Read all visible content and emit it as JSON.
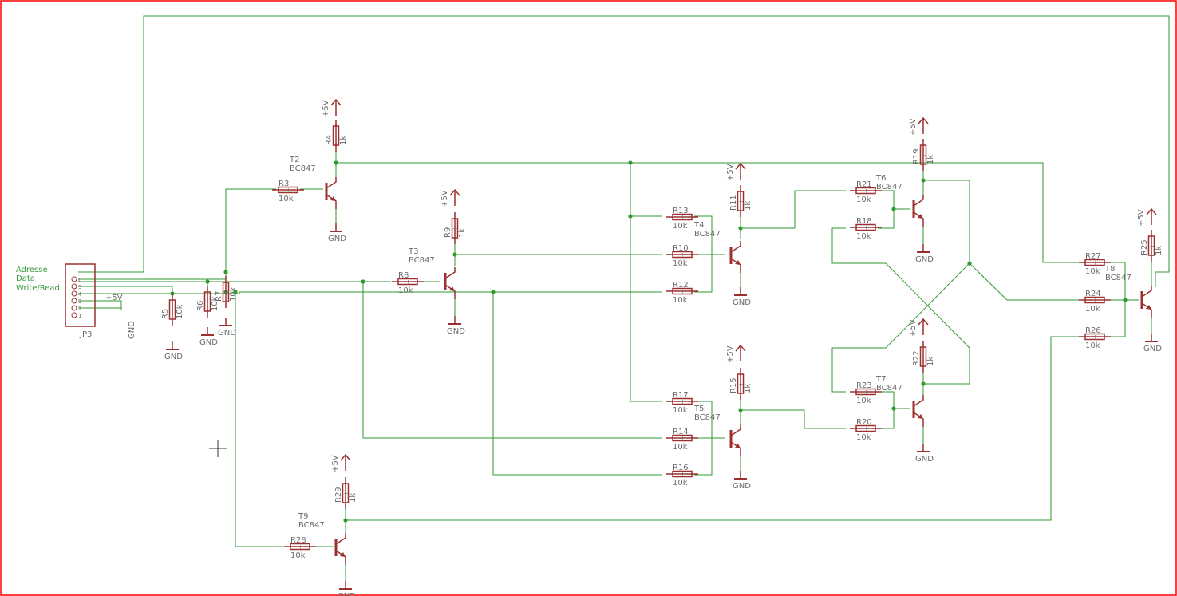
{
  "header": {
    "title": ""
  },
  "connector": {
    "ref": "JP3",
    "pins": [
      "6",
      "5",
      "4",
      "3",
      "2",
      "1"
    ],
    "signals": [
      "Adresse",
      "Data",
      "Write/Read"
    ],
    "supply": "+5V",
    "ground": "GND"
  },
  "net_labels": {
    "supply": "+5V",
    "ground": "GND"
  },
  "transistors": [
    {
      "ref": "T2",
      "value": "BC847"
    },
    {
      "ref": "T3",
      "value": "BC847"
    },
    {
      "ref": "T4",
      "value": "BC847"
    },
    {
      "ref": "T5",
      "value": "BC847"
    },
    {
      "ref": "T6",
      "value": "BC847"
    },
    {
      "ref": "T7",
      "value": "BC847"
    },
    {
      "ref": "T8",
      "value": "BC847"
    },
    {
      "ref": "T9",
      "value": "BC847"
    }
  ],
  "resistors": [
    {
      "ref": "R3",
      "value": "10k"
    },
    {
      "ref": "R4",
      "value": "1k"
    },
    {
      "ref": "R5",
      "value": "10k"
    },
    {
      "ref": "R6",
      "value": "10k"
    },
    {
      "ref": "R7",
      "value": "10k"
    },
    {
      "ref": "R8",
      "value": "10k"
    },
    {
      "ref": "R9",
      "value": "1k"
    },
    {
      "ref": "R10",
      "value": "10k"
    },
    {
      "ref": "R11",
      "value": "1k"
    },
    {
      "ref": "R12",
      "value": "10k"
    },
    {
      "ref": "R13",
      "value": "10k"
    },
    {
      "ref": "R14",
      "value": "10k"
    },
    {
      "ref": "R15",
      "value": "1k"
    },
    {
      "ref": "R16",
      "value": "10k"
    },
    {
      "ref": "R17",
      "value": "10k"
    },
    {
      "ref": "R18",
      "value": "10k"
    },
    {
      "ref": "R19",
      "value": "1k"
    },
    {
      "ref": "R20",
      "value": "10k"
    },
    {
      "ref": "R21",
      "value": "10k"
    },
    {
      "ref": "R22",
      "value": "1k"
    },
    {
      "ref": "R23",
      "value": "10k"
    },
    {
      "ref": "R24",
      "value": "10k"
    },
    {
      "ref": "R25",
      "value": "1k"
    },
    {
      "ref": "R26",
      "value": "10k"
    },
    {
      "ref": "R27",
      "value": "10k"
    },
    {
      "ref": "R28",
      "value": "10k"
    },
    {
      "ref": "R29",
      "value": "1k"
    }
  ],
  "colors": {
    "wire": "#2f9a2f",
    "component": "#9c3030",
    "label": "#6b6b6b",
    "frame": "#ff0000",
    "background": "#ffffff"
  }
}
